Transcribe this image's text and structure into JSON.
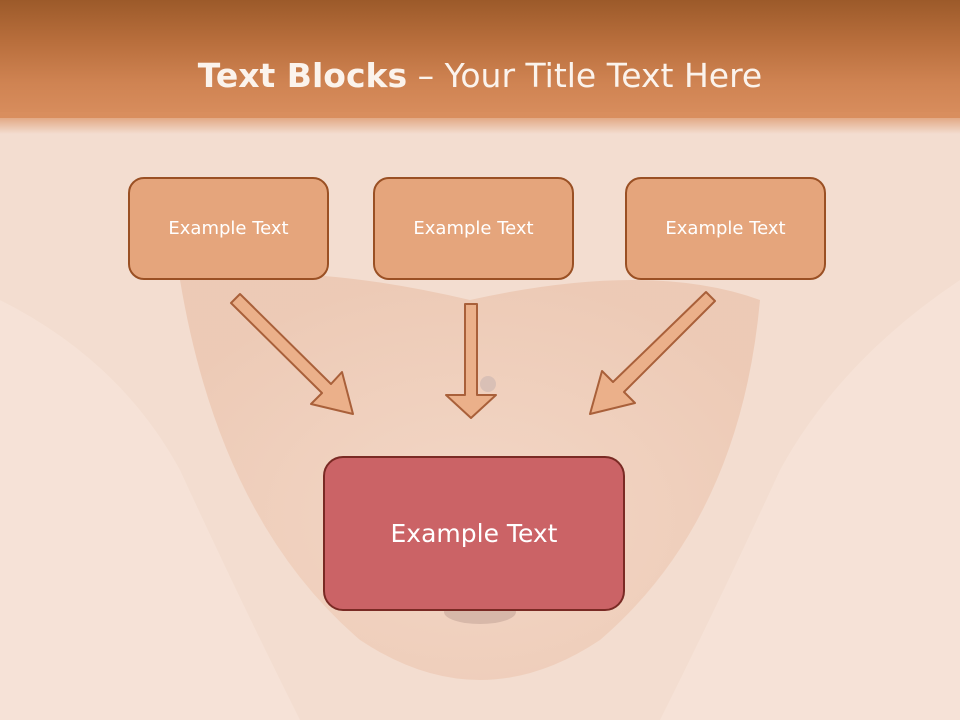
{
  "slide": {
    "title_bold": "Text Blocks",
    "title_dash": " – ",
    "title_rest": "Your Title Text Here"
  },
  "blocks": {
    "top": [
      "Example Text",
      "Example Text",
      "Example Text"
    ],
    "bottom": "Example Text"
  },
  "colors": {
    "header": "#c27442",
    "small_box_fill": "#e5a57c",
    "small_box_border": "#9a5024",
    "big_box_fill": "#cb6366",
    "big_box_border": "#7a2a24",
    "arrow_fill": "#ebb08a",
    "arrow_stroke": "#a9603a"
  }
}
